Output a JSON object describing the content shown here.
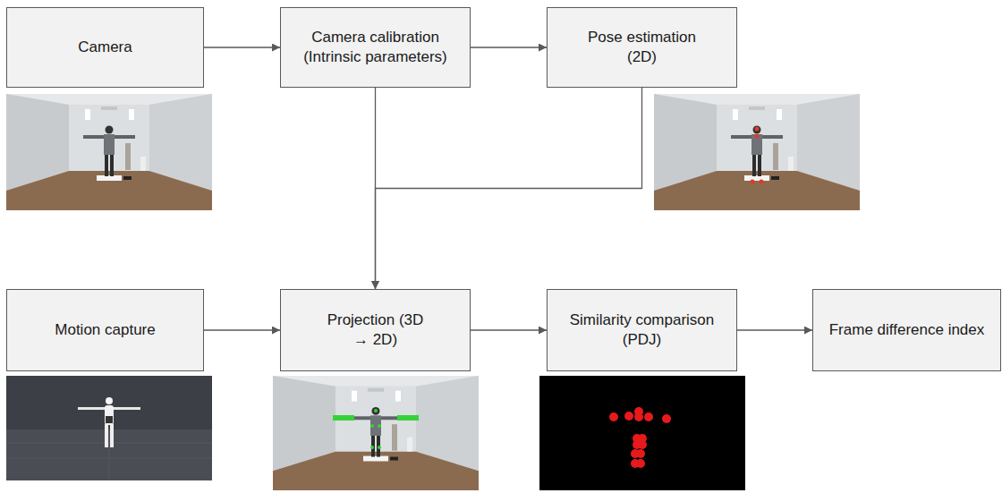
{
  "diagram": {
    "nodes": [
      {
        "text": [
          "Camera"
        ]
      },
      {
        "text": [
          "Camera calibration (Intrinsic parameters)"
        ]
      },
      {
        "text": [
          "Pose estimation (2D)"
        ]
      },
      {
        "text": [
          "Motion capture"
        ]
      },
      {
        "text": [
          "Projection (3D → 2D)"
        ]
      },
      {
        "text": [
          "Similarity comparison (PDJ)"
        ]
      },
      {
        "text": [
          "Frame difference index"
        ]
      }
    ],
    "edges": [
      {
        "from": 0,
        "to": 1,
        "arrow": "to"
      },
      {
        "from": 1,
        "to": 2,
        "arrow": "to"
      },
      {
        "from": 1,
        "to": 4,
        "arrow": "to"
      },
      {
        "from": 2,
        "to": 4,
        "arrow": "to"
      },
      {
        "from": 3,
        "to": 4,
        "arrow": "to"
      },
      {
        "from": 4,
        "to": 5,
        "arrow": "to"
      },
      {
        "from": 5,
        "to": 6,
        "arrow": "to"
      }
    ]
  }
}
